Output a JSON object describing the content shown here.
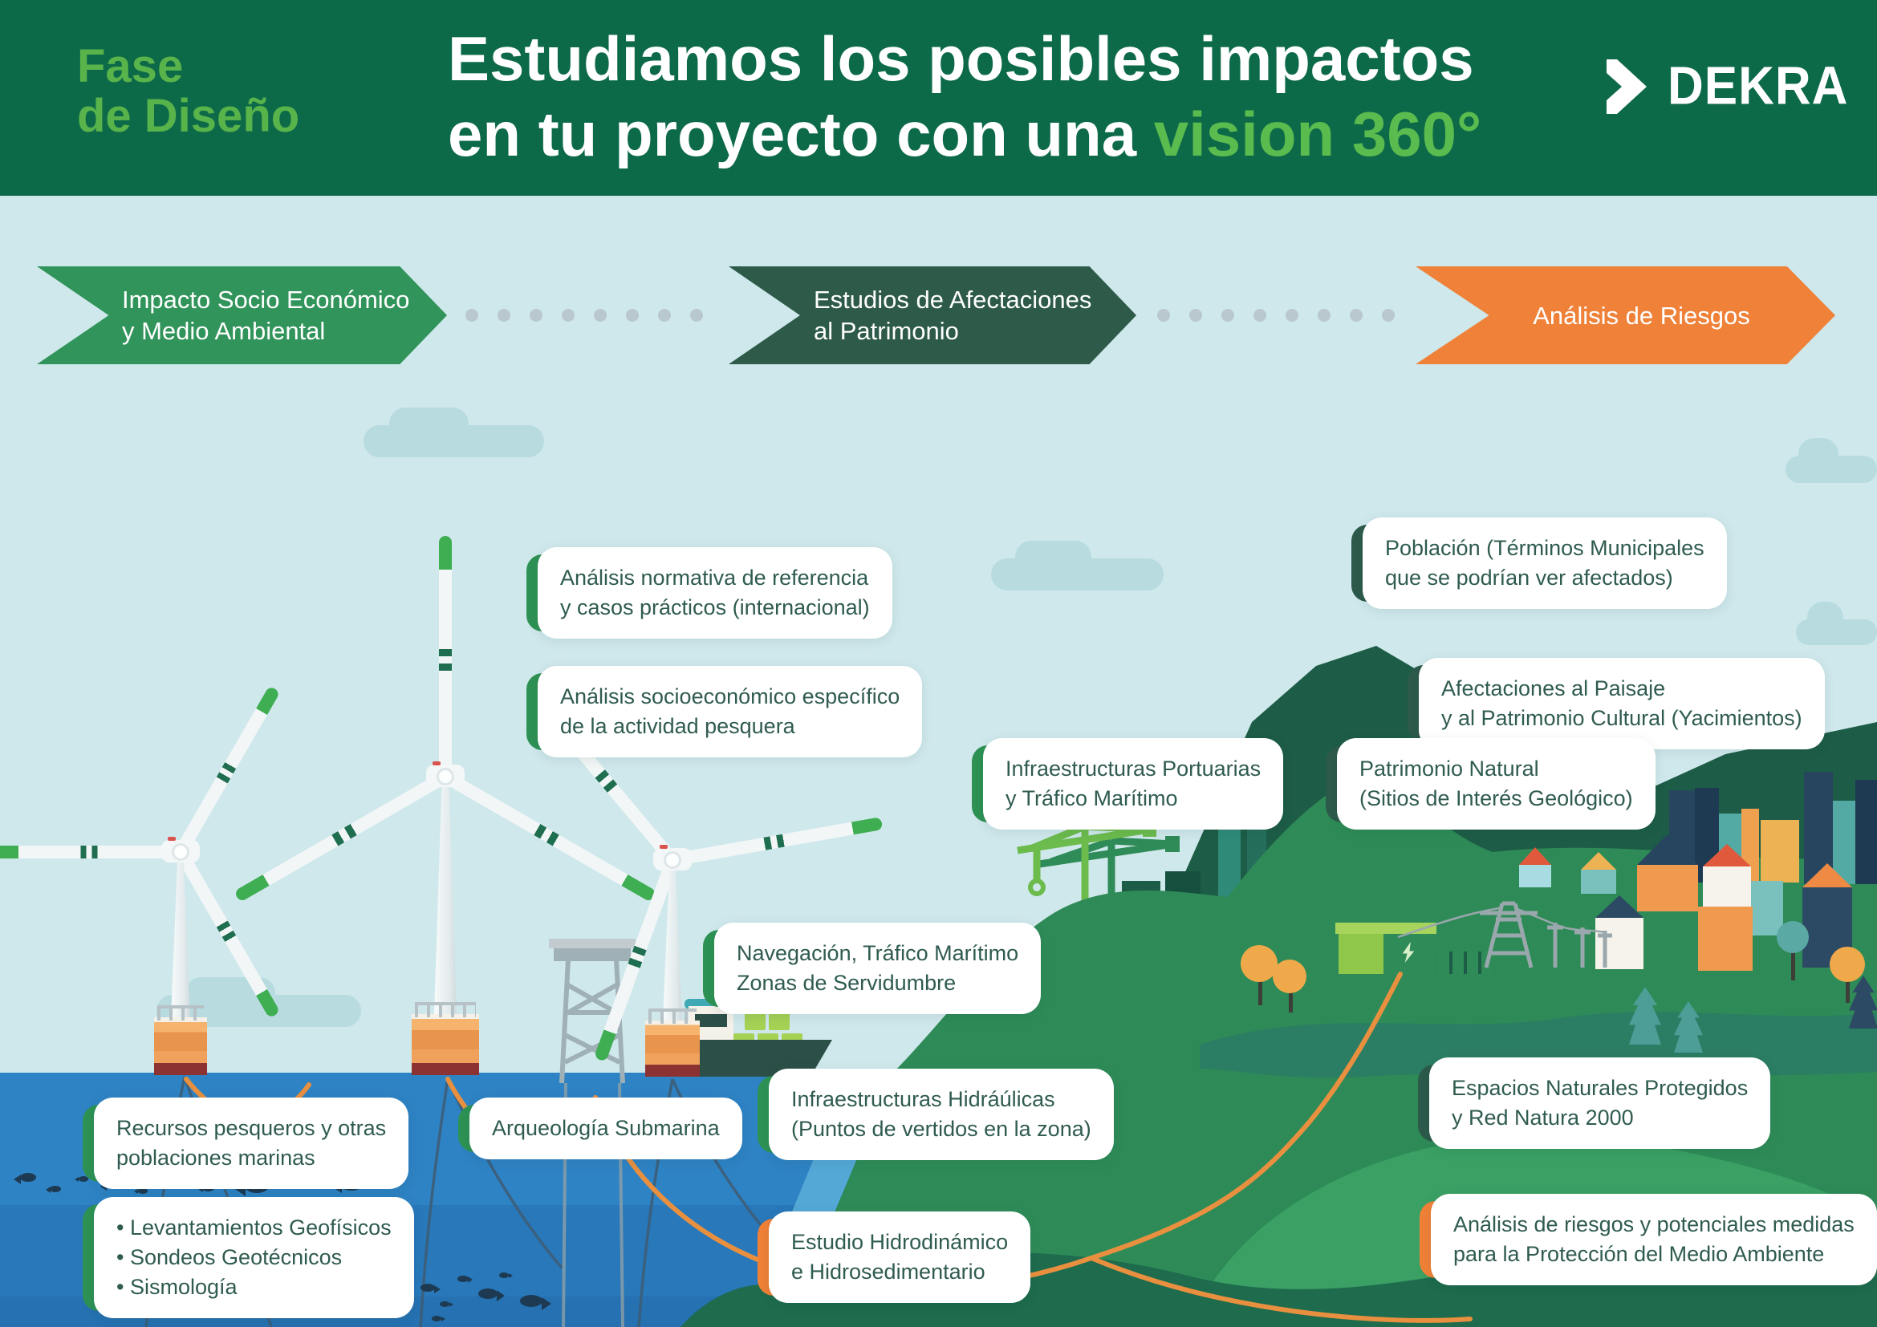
{
  "header": {
    "phase_line1": "Fase",
    "phase_line2": "de Diseño",
    "title_line1": "Estudiamos los posibles impactos",
    "title_line2_prefix": "en tu proyecto con una ",
    "title_line2_highlight": "vision 360°",
    "brand": "DEKRA"
  },
  "banners": [
    {
      "line1": "Impacto Socio Económico",
      "line2": "y  Medio Ambiental"
    },
    {
      "line1": "Estudios de Afectaciones",
      "line2": "al Patrimonio"
    },
    {
      "line1": "Análisis de Riesgos",
      "line2": ""
    }
  ],
  "boxes": {
    "normativa": {
      "line1": "Análisis normativa de referencia",
      "line2": "y casos prácticos (internacional)"
    },
    "pesquera": {
      "line1": "Análisis socioeconómico específico",
      "line2": "de la actividad pesquera"
    },
    "poblacion": {
      "line1": "Población (Términos Municipales",
      "line2": "que se podrían ver afectados)"
    },
    "paisaje": {
      "line1": "Afectaciones al Paisaje",
      "line2": "y al Patrimonio Cultural (Yacimientos)"
    },
    "portuarias": {
      "line1": "Infraestructuras Portuarias",
      "line2": "y Tráfico Marítimo"
    },
    "patrimonio": {
      "line1": "Patrimonio Natural",
      "line2": "(Sitios de Interés Geológico)"
    },
    "navegacion": {
      "line1": "Navegación, Tráfico Marítimo",
      "line2": "Zonas de Servidumbre"
    },
    "hidraulicas": {
      "line1": "Infraestructuras Hidráúlicas",
      "line2": "(Puntos de vertidos en la zona)"
    },
    "hidrodinamico": {
      "line1": "Estudio Hidrodinámico",
      "line2": "e Hidrosedimentario"
    },
    "arqueologia": {
      "line1": "Arqueología Submarina"
    },
    "recursos": {
      "line1": "Recursos pesqueros y otras",
      "line2": "poblaciones marinas"
    },
    "geotecnia": {
      "items": [
        "Levantamientos Geofísicos",
        "Sondeos Geotécnicos",
        "Sismología"
      ]
    },
    "espacios": {
      "line1": "Espacios Naturales Protegidos",
      "line2": "y Red Natura 2000"
    },
    "riesgos": {
      "line1": "Análisis de riesgos y potenciales medidas",
      "line2": "para la Protección del Medio Ambiente"
    }
  },
  "palette": {
    "header_green": "#0d6a49",
    "phase_green": "#58b44a",
    "highlight_green": "#5abb4e",
    "banner_green": "#31945a",
    "banner_dark": "#2d5a49",
    "banner_orange": "#ef8138",
    "bracket_green": "#2e9254",
    "bracket_dark": "#2c5a4b",
    "bracket_orange": "#f08137",
    "box_text": "#2f5b50",
    "sky": "#cfe8ec",
    "cloud": "#b7dbdf",
    "sea_top": "#2e83c4",
    "sea_mid": "#2878ba",
    "sea_deep": "#2571b1",
    "hill_mid": "#2e8b57",
    "hill_dark": "#1d5c46",
    "hill_light": "#3aa063",
    "hill_front": "#1e6b4d",
    "dots": "#b9c8ce",
    "cable": "#e8903f"
  }
}
